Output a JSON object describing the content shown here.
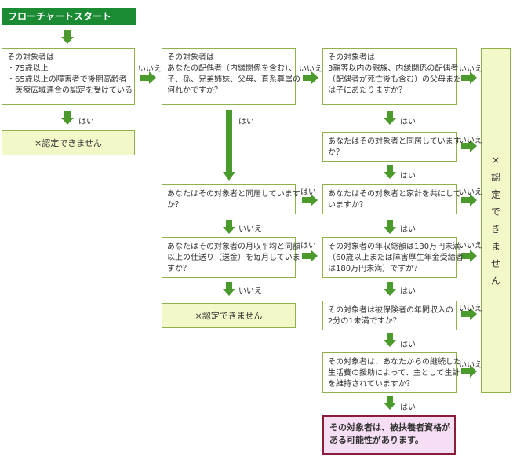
{
  "title": "フローチャートスタート",
  "labels": {
    "yes": "はい",
    "no": "いいえ"
  },
  "boxes": {
    "b1": [
      "その対象者は",
      "・75歳以上",
      "・65歳以上の障害者で後期高齢者",
      "　医療広域連合の認定を受けている"
    ],
    "b2": [
      "その対象者は",
      "あなたの配偶者（内縁関係を含む）、",
      "子、孫、兄弟姉妹、父母、直系尊属の",
      "何れかですか？"
    ],
    "b3": [
      "その対象者は",
      "3親等以内の親族、内縁関係の配偶者",
      "（配偶者が死亡後も含む）の父母また",
      "は子にあたりますか？"
    ],
    "b4": [
      "あなたはその対象者と同居しています",
      "か？"
    ],
    "b5": [
      "あなたはその対象者と同居しています",
      "か？"
    ],
    "b6": [
      "あなたはその対象者と家計を共にして",
      "いますか？"
    ],
    "b7": [
      "あなたはその対象者の月収平均と同額",
      "以上の仕送り（送金）を毎月していま",
      "すか？"
    ],
    "b8": [
      "その対象者の年収総額は130万円未満",
      "（60歳以上または障害厚生年金受給者",
      "は180万円未満）ですか？"
    ],
    "b9": [
      "その対象者は被保険者の年間収入の",
      "2分の1未満ですか？"
    ],
    "b10": [
      "その対象者は、あなたからの継続した",
      "生活費の援助によって、主として生計",
      "を維持されていますか？"
    ]
  },
  "nocert_label": "×認定できません",
  "nocert_vertical": [
    "×",
    "認",
    "定",
    "で",
    "き",
    "ま",
    "せ",
    "ん"
  ],
  "final": [
    "その対象者は、被扶養者資格が",
    "ある可能性があります。"
  ],
  "colors": {
    "arrow": "#4a9a2c",
    "start": "#1a8a33",
    "box_border": "#8fb04a",
    "nocert_fill": "#f3f8c8",
    "final_border": "#8a1d3a",
    "final_fill": "#f6dff4"
  }
}
